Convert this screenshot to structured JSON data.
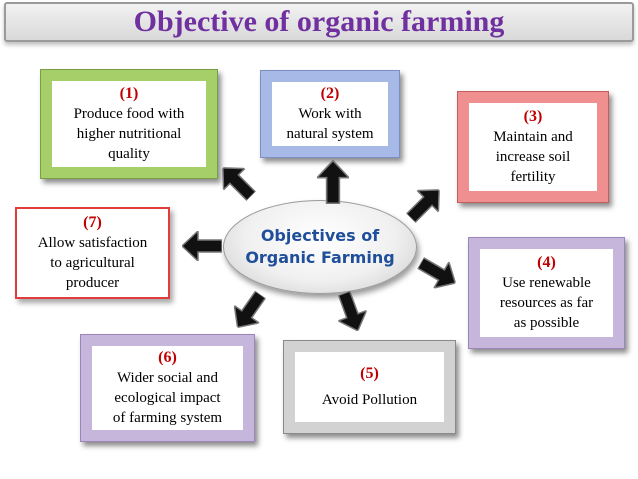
{
  "title": "Objective of organic farming",
  "center": {
    "line1": "Objectives of",
    "line2": "Organic Farming"
  },
  "boxes": [
    {
      "num": "(1)",
      "lines": [
        "Produce food with",
        "higher nutritional",
        "quality"
      ]
    },
    {
      "num": "(2)",
      "lines": [
        "Work with",
        "natural system"
      ]
    },
    {
      "num": "(3)",
      "lines": [
        "Maintain and",
        "increase soil",
        "fertility"
      ]
    },
    {
      "num": "(4)",
      "lines": [
        "Use renewable",
        "resources as far",
        "as possible"
      ]
    },
    {
      "num": "(5)",
      "lines": [
        "Avoid  Pollution"
      ]
    },
    {
      "num": "(6)",
      "lines": [
        "Wider social and",
        "ecological impact",
        "of farming system"
      ]
    },
    {
      "num": "(7)",
      "lines": [
        "Allow satisfaction",
        "to agricultural",
        "producer"
      ]
    }
  ],
  "colors": {
    "title_text": "#7030a0",
    "number_text": "#c00000",
    "center_text": "#1f4e9a",
    "box1": "#a6cf6a",
    "box2": "#a7b9e6",
    "box3": "#f08f8f",
    "box4": "#c6b6dc",
    "box5": "#d2d2d2",
    "box6": "#c6b6dc",
    "box7": "#e23b3b"
  }
}
